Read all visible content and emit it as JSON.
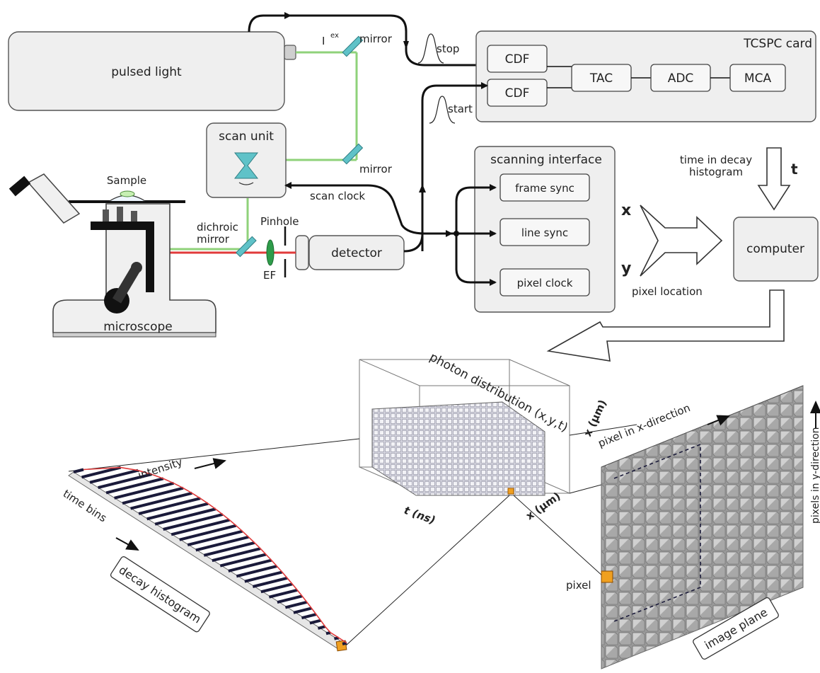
{
  "title": "",
  "labels": {
    "pulsed_light": "pulsed light",
    "iex_main": "I",
    "iex_sup": "ex",
    "mirror_top": "mirror",
    "mirror_mid": "mirror",
    "stop": "stop",
    "start": "start",
    "tcspc_card": "TCSPC card",
    "cdf_top": "CDF",
    "cdf_bottom": "CDF",
    "tac": "TAC",
    "adc": "ADC",
    "mca": "MCA",
    "scan_unit": "scan unit",
    "scan_clock": "scan clock",
    "scanning_interface": "scanning interface",
    "frame_sync": "frame sync",
    "line_sync": "line sync",
    "pixel_clock": "pixel clock",
    "sample": "Sample",
    "dichroic_mirror_1": "dichroic",
    "dichroic_mirror_2": "mirror",
    "pinhole": "Pinhole",
    "ef": "EF",
    "detector": "detector",
    "microscope": "microscope",
    "time_in_decay_1": "time in decay",
    "time_in_decay_2": "histogram",
    "t_symbol": "t",
    "x_symbol": "x",
    "y_symbol": "y",
    "pixel_location": "pixel location",
    "computer": "computer",
    "photon_distribution": "photon distribution (x,y,t)",
    "t_ns": "t (ns)",
    "x_um_top": "x (μm)",
    "x_um_bottom": "x (μm)",
    "intensity": "intensity",
    "time_bins": "time bins",
    "decay_histogram": "decay histogram",
    "pixel": "pixel",
    "pixel_in_x": "pixel in x-direction",
    "pixels_in_y": "pixels in y-direction",
    "image_plane": "image plane"
  },
  "colors": {
    "excitation_beam": "#8fd27a",
    "emission_beam": "#e03a3a",
    "mirror": "#5fc2c8",
    "filter": "#2e9c4a",
    "highlight_pixel": "#f0a020",
    "histogram_bar": "#1a1a3a",
    "histogram_envelope": "#e03a3a"
  }
}
